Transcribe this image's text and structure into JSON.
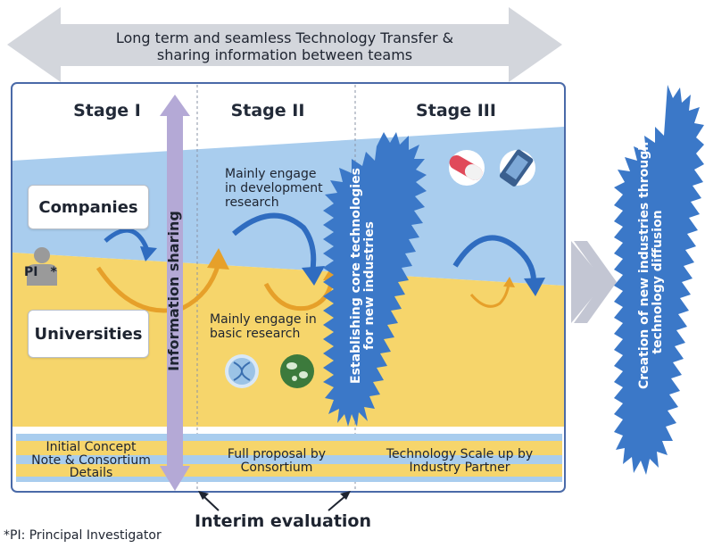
{
  "header": {
    "line1": "Long term and seamless Technology Transfer &",
    "line2": "sharing information between teams"
  },
  "stages": [
    "Stage I",
    "Stage II",
    "Stage III"
  ],
  "boxes": {
    "companies": "Companies",
    "universities": "Universities"
  },
  "pi_label": "PI",
  "pi_star": "*",
  "information_sharing": "Information sharing",
  "stage2_top": [
    "Mainly engage",
    "in development",
    "research"
  ],
  "stage2_bottom": [
    "Mainly engage in",
    "basic research"
  ],
  "core_tech": [
    "Establishing core technologies",
    "for new industries"
  ],
  "creation": [
    "Creation of new industries through",
    "technology diffusion"
  ],
  "bottom_bars": {
    "stage1": [
      "Initial Concept",
      "Note & Consortium",
      "Details"
    ],
    "stage2": [
      "Full proposal by",
      "Consortium"
    ],
    "stage3": [
      "Technology Scale up by",
      "Industry Partner"
    ]
  },
  "interim_evaluation": "Interim evaluation",
  "footnote": "*PI: Principal Investigator",
  "colors": {
    "header_arrow": "#d3d6dc",
    "frame_border": "#4a6aa8",
    "blue_band": "#a9cdee",
    "yellow_band": "#f6d56b",
    "purple_arrow": "#b4a9d6",
    "starburst": "#3b78c8",
    "curve_blue": "#2f6cc0",
    "curve_orange": "#e6a02a",
    "chevron": "#c3c6d3"
  }
}
